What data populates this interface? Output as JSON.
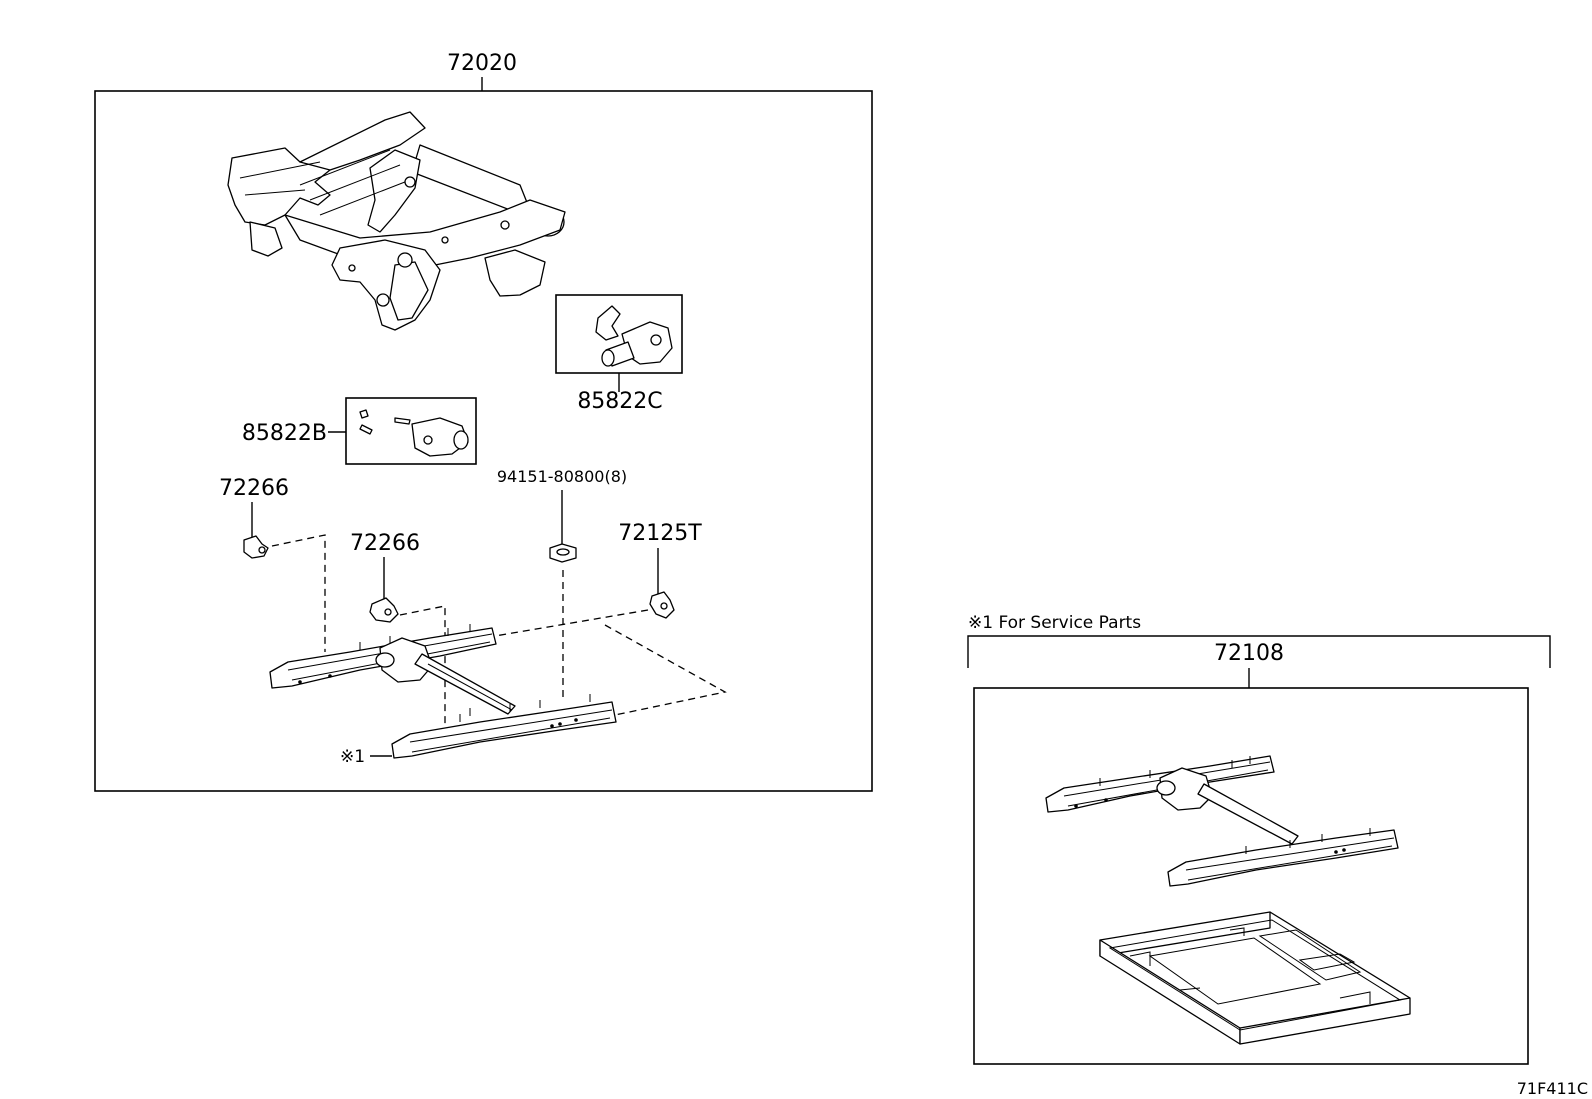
{
  "labels": {
    "assembly_72020": "72020",
    "part_85822C": "85822C",
    "part_85822B": "85822B",
    "part_72266_a": "72266",
    "part_72266_b": "72266",
    "part_94151": "94151-80800(8)",
    "part_72125T": "72125T",
    "mark_1": "※1",
    "service_note": "※1 For Service Parts",
    "assembly_72108": "72108",
    "figure_code": "71F411C"
  }
}
